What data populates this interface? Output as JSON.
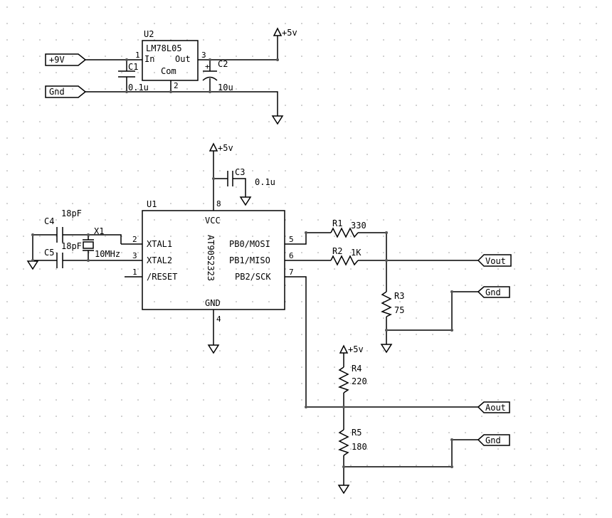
{
  "regulator": {
    "ref": "U2",
    "part": "LM78L05",
    "pin_in": "In",
    "pin_out": "Out",
    "pin_com": "Com",
    "pin1": "1",
    "pin2": "2",
    "pin3": "3"
  },
  "mcu": {
    "ref": "U1",
    "part": "AT90S2323",
    "vcc": "VCC",
    "gnd": "GND",
    "xtal1": "XTAL1",
    "xtal2": "XTAL2",
    "reset": "/RESET",
    "pb0": "PB0/MOSI",
    "pb1": "PB1/MISO",
    "pb2": "PB2/SCK",
    "pin_xtal1": "2",
    "pin_xtal2": "3",
    "pin_reset": "1",
    "pin_pb0": "5",
    "pin_pb1": "6",
    "pin_pb2": "7",
    "pin_vcc": "8",
    "pin_gnd": "4"
  },
  "ports": {
    "in9v": "+9V",
    "gnd_in": "Gnd",
    "vout": "Vout",
    "gnd1": "Gnd",
    "aout": "Aout",
    "gnd2": "Gnd"
  },
  "supply": {
    "reg_out": "+5v",
    "mcu_vcc": "+5v",
    "divider": "+5v"
  },
  "components": {
    "c1_ref": "C1",
    "c1_val": "0.1u",
    "c2_ref": "C2",
    "c2_val": "10u",
    "c3_ref": "C3",
    "c3_val": "0.1u",
    "c4_ref": "C4",
    "c4_val": "18pF",
    "c5_ref": "C5",
    "c5_val": "18pF",
    "x1_ref": "X1",
    "x1_val": "10MHz",
    "r1_ref": "R1",
    "r1_val": "330",
    "r2_ref": "R2",
    "r2_val": "1K",
    "r3_ref": "R3",
    "r3_val": "75",
    "r4_ref": "R4",
    "r4_val": "220",
    "r5_ref": "R5",
    "r5_val": "180"
  }
}
